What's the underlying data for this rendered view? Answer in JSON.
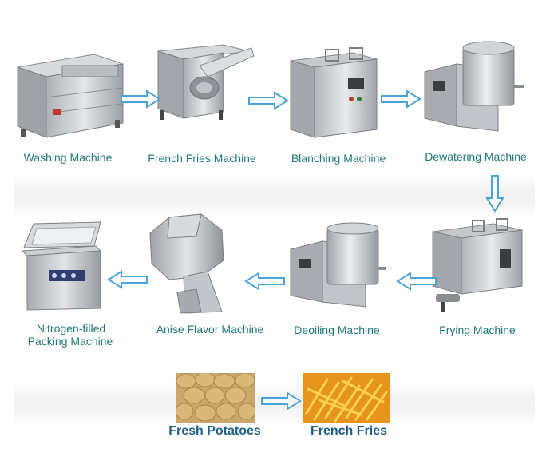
{
  "steps": {
    "washing": "Washing Machine",
    "french_fries_machine": "French Fries Machine",
    "blanching": "Blanching Machine",
    "dewatering": "Dewatering Machine",
    "frying": "Frying Machine",
    "deoiling": "Deoiling Machine",
    "anise_flavor": "Anise Flavor Machine",
    "packing_line1": "Nitrogen-filled",
    "packing_line2": "Packing Machine"
  },
  "products": {
    "input": "Fresh Potatoes",
    "output": "French Fries"
  },
  "colors": {
    "label": "#1f7a78",
    "product_label": "#1f5e8c",
    "arrow": "#4aa3d8",
    "steel": "#c9ccd0"
  }
}
